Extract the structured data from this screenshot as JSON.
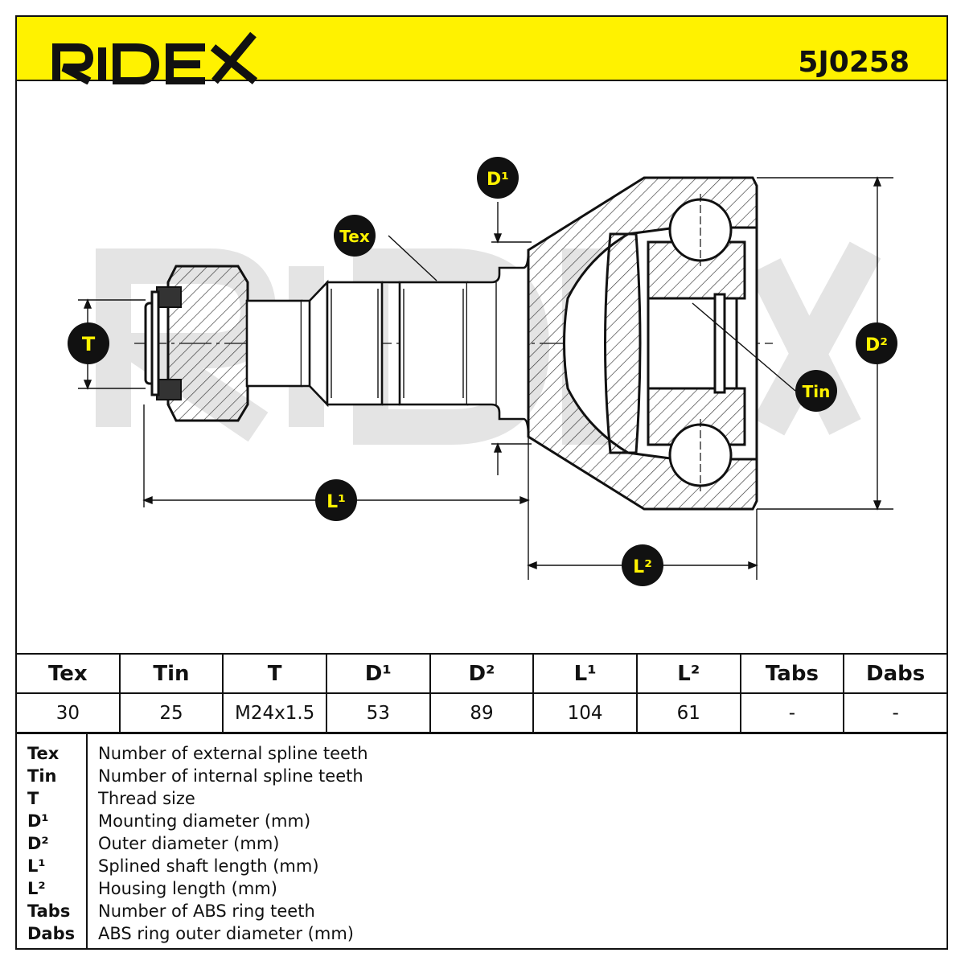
{
  "header": {
    "brand": "RIDEX",
    "part_number": "5J0258",
    "background_color": "#fff200"
  },
  "drawing": {
    "watermark": "RIDEX",
    "labels": {
      "t": "T",
      "tex": "Tex",
      "d1": "D¹",
      "d2": "D²",
      "tin": "Tin",
      "l1": "L¹",
      "l2": "L²"
    }
  },
  "spec_table": {
    "headers": [
      "Tex",
      "Tin",
      "T",
      "D¹",
      "D²",
      "L¹",
      "L²",
      "Tabs",
      "Dabs"
    ],
    "values": [
      "30",
      "25",
      "M24x1.5",
      "53",
      "89",
      "104",
      "61",
      "-",
      "-"
    ]
  },
  "legend": [
    {
      "key": "Tex",
      "desc": "Number of external spline teeth"
    },
    {
      "key": "Tin",
      "desc": "Number of internal spline teeth"
    },
    {
      "key": "T",
      "desc": "Thread size"
    },
    {
      "key": "D¹",
      "desc": "Mounting diameter (mm)"
    },
    {
      "key": "D²",
      "desc": "Outer diameter (mm)"
    },
    {
      "key": "L¹",
      "desc": "Splined shaft length (mm)"
    },
    {
      "key": "L²",
      "desc": "Housing length (mm)"
    },
    {
      "key": "Tabs",
      "desc": "Number of ABS ring teeth"
    },
    {
      "key": "Dabs",
      "desc": "ABS ring outer diameter (mm)"
    }
  ]
}
